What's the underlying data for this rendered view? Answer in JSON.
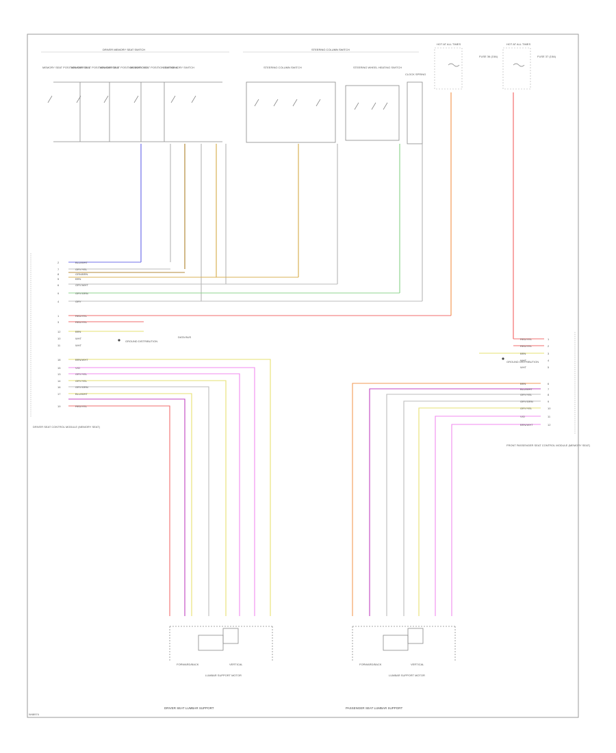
{
  "page_id": "W48974",
  "headers": {
    "memory_switch_section": "DRIVER MEMORY SEAT SWITCH",
    "steering_column_switch": "STEERING COLUMN SWITCH",
    "hot_at_all_times_left": "HOT AT ALL TIMES",
    "hot_at_all_times_right": "HOT AT ALL TIMES"
  },
  "fuse_labels": {
    "left": "FUSE 36 (15A)",
    "right": "FUSE 37 (15A)"
  },
  "switches": [
    "MEMORY SEAT POSITION SWITCH 1",
    "MEMORY SEAT POSITION SWITCH 2",
    "MEMORY SEAT POSITION SWITCH 3",
    "MEMORY SEAT POSITION SWITCH 4",
    "SEAT MEMORY SWITCH",
    "STEERING COLUMN SWITCH",
    "STEERING WHEEL HEATING SWITCH",
    "CLOCK SPRING"
  ],
  "left_module_label": "DRIVER SEAT CONTROL MODULE (MEMORY SEAT)",
  "right_module_label": "FRONT PASSENGER SEAT CONTROL MODULE (MEMORY SEAT)",
  "left_connector_pins": [
    {
      "pin": "2",
      "wire": "BLU/WHT"
    },
    {
      "pin": "7",
      "wire": "GRY/YEL"
    },
    {
      "pin": "8",
      "wire": "GRN/BRN"
    },
    {
      "pin": "5",
      "wire": "BRN"
    },
    {
      "pin": "6",
      "wire": "GRY/WHT"
    },
    {
      "pin": "9",
      "wire": "GRY/GRN"
    },
    {
      "pin": "4",
      "wire": "GRY"
    },
    {
      "pin": "1",
      "wire": "RED/YEL"
    },
    {
      "pin": "3",
      "wire": "RED/YEL"
    },
    {
      "pin": "12",
      "wire": "BRN"
    },
    {
      "pin": "10",
      "wire": "WHT"
    },
    {
      "pin": "11",
      "wire": "WHT"
    },
    {
      "pin": "18",
      "wire": "BRN/WHT"
    },
    {
      "pin": "15",
      "wire": "VIO"
    },
    {
      "pin": "13",
      "wire": "GRY/YEL"
    },
    {
      "pin": "14",
      "wire": "GRY/YEL"
    },
    {
      "pin": "16",
      "wire": "GRY/GRN"
    },
    {
      "pin": "17",
      "wire": "BLU/WHT"
    },
    {
      "pin": "19",
      "wire": "RED/YEL"
    }
  ],
  "right_connector_pins": [
    {
      "pin": "1",
      "wire": "RED/YEL"
    },
    {
      "pin": "2",
      "wire": "RED/YEL"
    },
    {
      "pin": "3",
      "wire": "BRN"
    },
    {
      "pin": "4",
      "wire": "WHT"
    },
    {
      "pin": "5",
      "wire": "WHT"
    },
    {
      "pin": "6",
      "wire": "BRN"
    },
    {
      "pin": "7",
      "wire": "BLU/WHT"
    },
    {
      "pin": "8",
      "wire": "GRY/YEL"
    },
    {
      "pin": "9",
      "wire": "GRY/GRN"
    },
    {
      "pin": "10",
      "wire": "GRY/YEL"
    },
    {
      "pin": "11",
      "wire": "VIO"
    },
    {
      "pin": "12",
      "wire": "BRN/WHT"
    }
  ],
  "data_bus_label": "DATA BUS",
  "ground_label": "GROUND DISTRIBUTION",
  "ground_label_right": "GROUND DISTRIBUTION",
  "motor_labels": {
    "left_a": "FORWARD/BACK",
    "left_b": "VERTICAL",
    "left_c": "LUMBAR SUPPORT MOTOR",
    "right_a": "FORWARD/BACK",
    "right_b": "VERTICAL",
    "right_c": "LUMBAR SUPPORT MOTOR"
  },
  "footer": {
    "left": "DRIVER SEAT LUMBAR SUPPORT",
    "right": "PASSENGER SEAT LUMBAR SUPPORT"
  },
  "colors": {
    "blue": "#6f6fe8",
    "brown": "#b38a3a",
    "tan": "#d9b055",
    "red": "#f26b6b",
    "orange": "#f29a55",
    "violet": "#c040c0",
    "pink": "#f08aef",
    "yellow": "#e6e070",
    "green": "#8fd68f",
    "gray": "#bbbbbb"
  }
}
